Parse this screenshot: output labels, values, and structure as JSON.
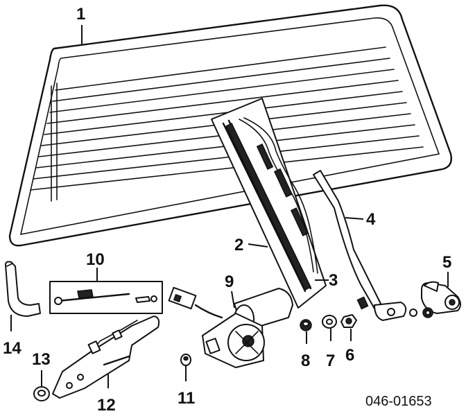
{
  "diagram": {
    "drawing_code": "046-01653",
    "callouts": [
      {
        "id": "1",
        "label": "1"
      },
      {
        "id": "2",
        "label": "2"
      },
      {
        "id": "3",
        "label": "3"
      },
      {
        "id": "4",
        "label": "4"
      },
      {
        "id": "5",
        "label": "5"
      },
      {
        "id": "6",
        "label": "6"
      },
      {
        "id": "7",
        "label": "7"
      },
      {
        "id": "8",
        "label": "8"
      },
      {
        "id": "9",
        "label": "9"
      },
      {
        "id": "10",
        "label": "10"
      },
      {
        "id": "11",
        "label": "11"
      },
      {
        "id": "12",
        "label": "12"
      },
      {
        "id": "13",
        "label": "13"
      },
      {
        "id": "14",
        "label": "14"
      }
    ]
  }
}
